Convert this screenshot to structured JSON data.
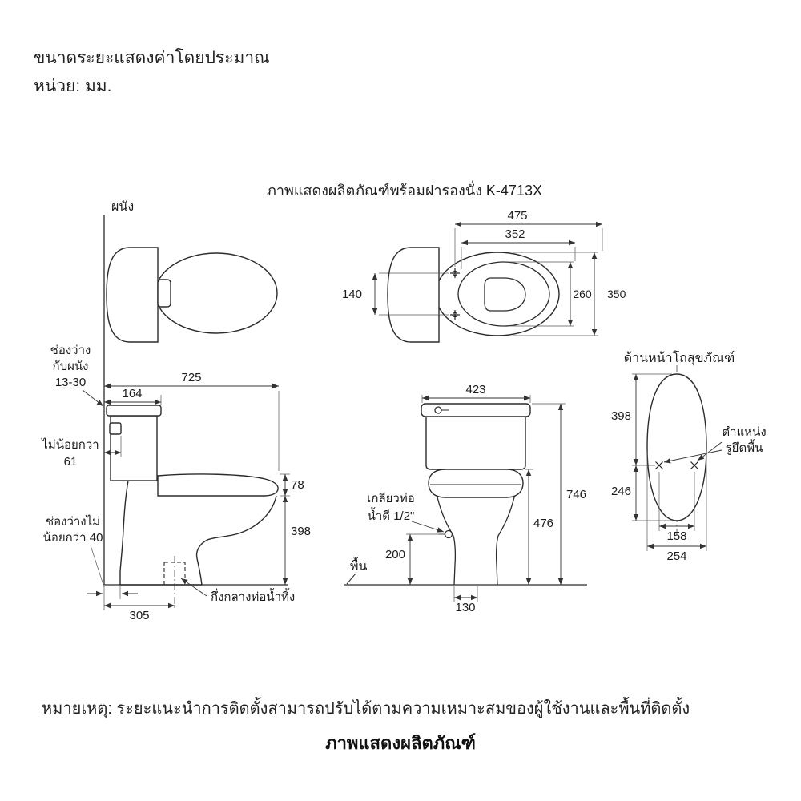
{
  "header": {
    "approx": "ขนาดระยะแสดงค่าโดยประมาณ",
    "unit": "หน่วย: มม."
  },
  "title": "ภาพแสดงผลิตภัณฑ์พร้อมฝารองนั่ง K-4713X",
  "plan_right": {
    "d_overall": "475",
    "d_inner": "352",
    "d_hinge": "140",
    "d_seat_width": "260",
    "d_bowl_width": "350"
  },
  "side": {
    "wall": "ผนัง",
    "gap_line1": "ช่องว่าง",
    "gap_line2": "กับผนัง",
    "gap_line3": "13-30",
    "d_depth": "725",
    "d_tank": "164",
    "min61_line1": "ไม่น้อยกว่า",
    "min61_line2": "61",
    "d_seat_thickness": "78",
    "d_rim_height": "398",
    "gap40_line1": "ช่องว่างไม่",
    "gap40_line2": "น้อยกว่า 40",
    "d_drain_offset": "305",
    "drain_label": "กึ่งกลางท่อน้ำทิ้ง"
  },
  "front": {
    "d_width": "423",
    "d_total_height": "746",
    "d_seat_height": "476",
    "d_supply_height": "200",
    "d_base_offset": "130",
    "supply_line1": "เกลียวท่อ",
    "supply_line2": "น้ำดี 1/2\"",
    "floor": "พื้น"
  },
  "bowl_front": {
    "title": "ด้านหน้าโถสุขภัณฑ์",
    "d_upper": "398",
    "d_lower": "246",
    "d_holes": "158",
    "d_width": "254",
    "mount_line1": "ตำแหน่ง",
    "mount_line2": "รูยึดพื้น"
  },
  "footer": {
    "note": "หมายเหตุ: ระยะแนะนำการติดตั้งสามารถปรับได้ตามความเหมาะสมของผู้ใช้งานและพื้นที่ติดตั้ง",
    "caption": "ภาพแสดงผลิตภัณฑ์"
  }
}
